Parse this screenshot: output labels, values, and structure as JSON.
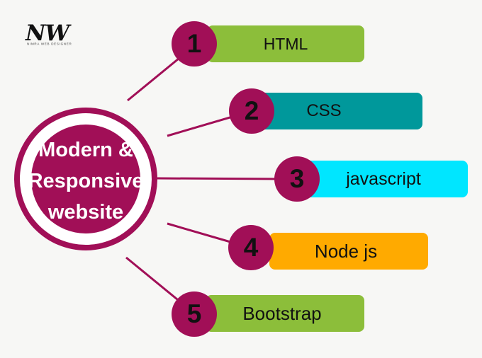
{
  "logo": {
    "letters": "NW",
    "subtext": "Nimra web designer"
  },
  "hub": {
    "lines": [
      "Modern &",
      "Responsive",
      "website"
    ]
  },
  "colors": {
    "hub": "#a10f57",
    "badge": "#a10f57",
    "green": "#8cbe3a",
    "teal": "#00989b",
    "cyan": "#00e6ff",
    "orange": "#ffaa00"
  },
  "items": [
    {
      "number": "1",
      "label": "HTML",
      "color": "#8cbe3a"
    },
    {
      "number": "2",
      "label": "CSS",
      "color": "#00989b"
    },
    {
      "number": "3",
      "label": "javascript",
      "color": "#00e6ff"
    },
    {
      "number": "4",
      "label": "Node js",
      "color": "#ffaa00"
    },
    {
      "number": "5",
      "label": "Bootstrap",
      "color": "#8cbe3a"
    }
  ]
}
